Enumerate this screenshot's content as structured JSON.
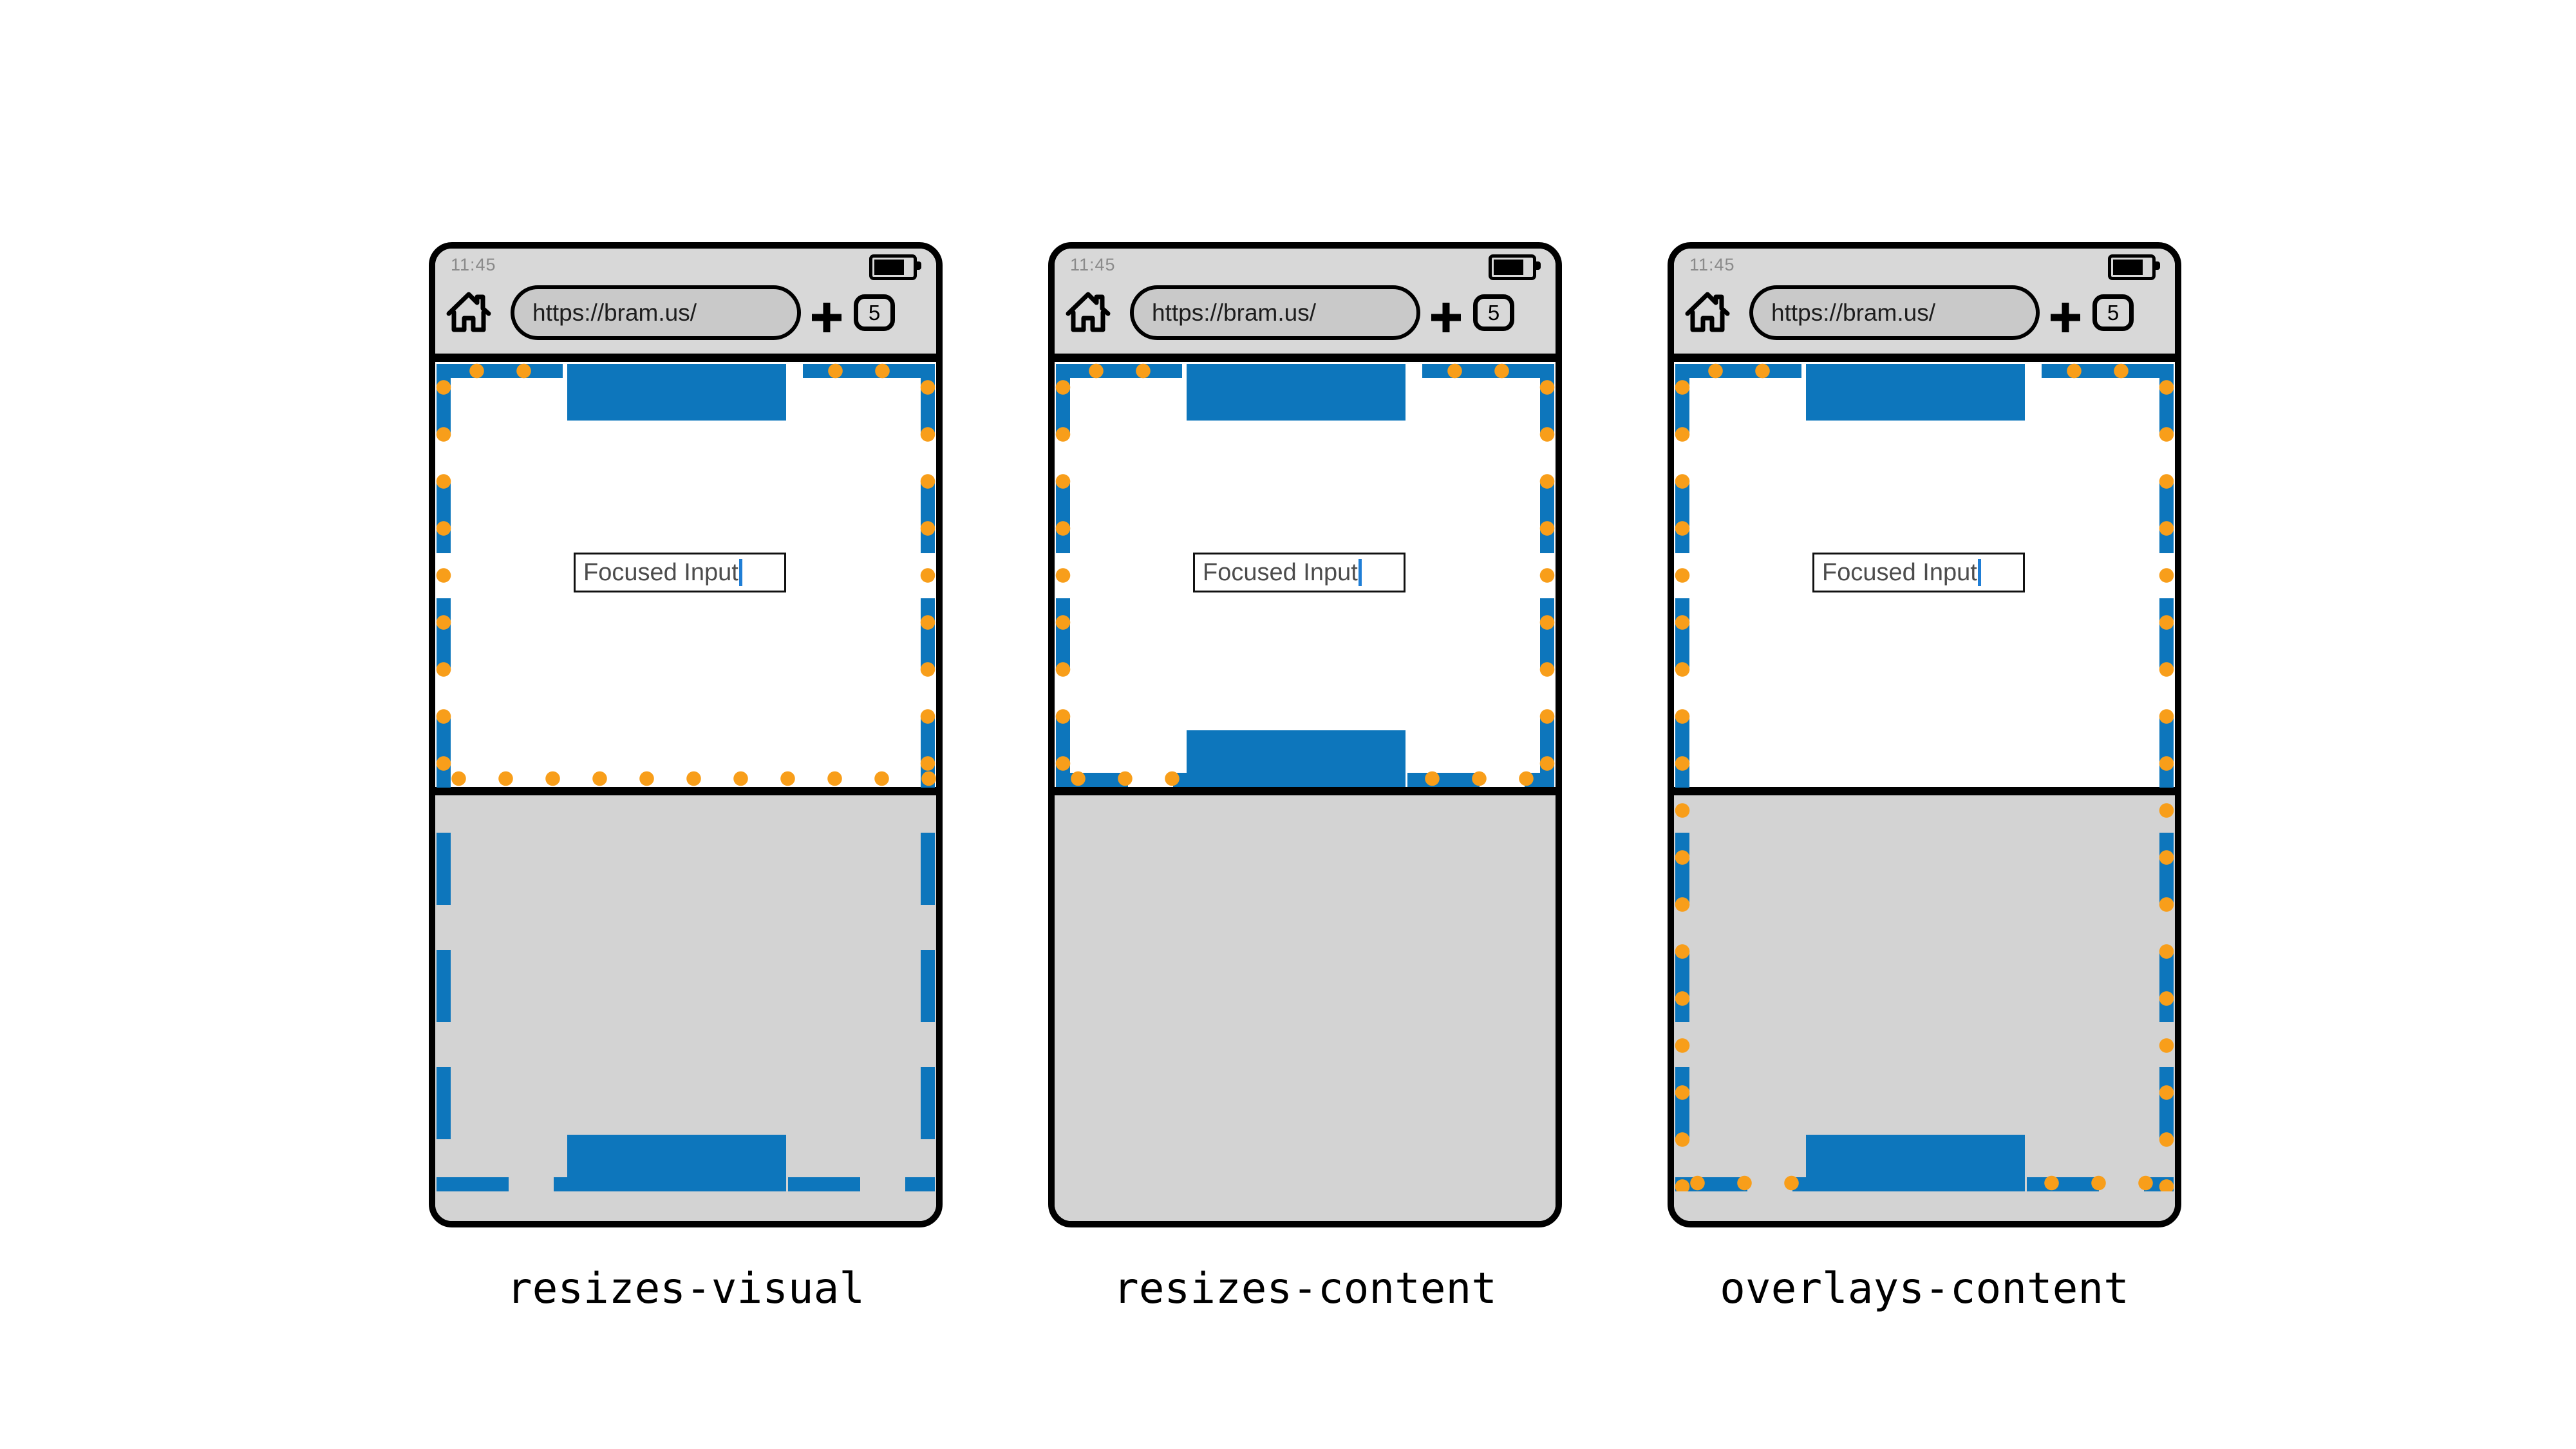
{
  "colors": {
    "layout_viewport_blue": "#0d76bc",
    "visual_viewport_orange": "#f89e1a",
    "chrome_gray": "#d8d8d8",
    "url_pill_gray": "#c9c9c9",
    "keyboard_gray": "#d3d3d3",
    "caret_blue": "#1f7ed6",
    "status_text_gray": "#8a8a8a",
    "frame_black": "#000000"
  },
  "icons": [
    "home-icon",
    "plus-icon",
    "battery-icon"
  ],
  "phones": [
    {
      "label": "resizes-visual",
      "status": {
        "time": "11:45"
      },
      "toolbar": {
        "url": "https://bram.us/",
        "tab_count": "5"
      },
      "page": {
        "input_value": "Focused Input"
      }
    },
    {
      "label": "resizes-content",
      "status": {
        "time": "11:45"
      },
      "toolbar": {
        "url": "https://bram.us/",
        "tab_count": "5"
      },
      "page": {
        "input_value": "Focused Input"
      }
    },
    {
      "label": "overlays-content",
      "status": {
        "time": "11:45"
      },
      "toolbar": {
        "url": "https://bram.us/",
        "tab_count": "5"
      },
      "page": {
        "input_value": "Focused Input"
      }
    }
  ]
}
